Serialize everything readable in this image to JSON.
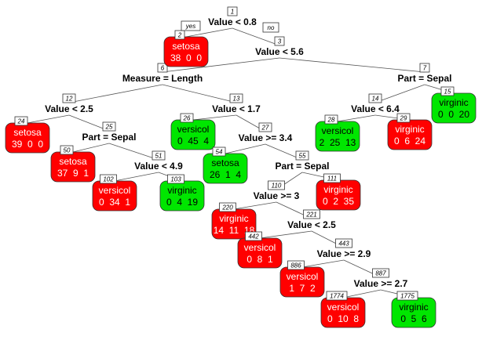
{
  "colors": {
    "red": "#ff0000",
    "green": "#00e600",
    "edge": "#555555",
    "box": "#333333"
  },
  "yes_label": "yes",
  "no_label": "no",
  "splits": [
    {
      "id": "1",
      "label": "Value < 0.8"
    },
    {
      "id": "3",
      "label": "Value < 5.6"
    },
    {
      "id": "6",
      "label": "Measure = Length"
    },
    {
      "id": "7",
      "label": "Part = Sepal"
    },
    {
      "id": "12",
      "label": "Value < 2.5"
    },
    {
      "id": "13",
      "label": "Value < 1.7"
    },
    {
      "id": "14",
      "label": "Value < 6.4"
    },
    {
      "id": "25",
      "label": "Part = Sepal"
    },
    {
      "id": "27",
      "label": "Value >= 3.4"
    },
    {
      "id": "51",
      "label": "Value < 4.9"
    },
    {
      "id": "55",
      "label": "Part = Sepal"
    },
    {
      "id": "110",
      "label": "Value >= 3"
    },
    {
      "id": "221",
      "label": "Value < 2.5"
    },
    {
      "id": "443",
      "label": "Value >= 2.9"
    },
    {
      "id": "887",
      "label": "Value >= 2.7"
    }
  ],
  "leaves": [
    {
      "id": "2",
      "label": "setosa",
      "counts": "38  0  0",
      "color": "red"
    },
    {
      "id": "24",
      "label": "setosa",
      "counts": "39  0  0",
      "color": "red"
    },
    {
      "id": "50",
      "label": "setosa",
      "counts": "37  9  1",
      "color": "red"
    },
    {
      "id": "102",
      "label": "versicol",
      "counts": "0  34  1",
      "color": "red"
    },
    {
      "id": "103",
      "label": "virginic",
      "counts": "0  4  19",
      "color": "green"
    },
    {
      "id": "26",
      "label": "versicol",
      "counts": "0  45  4",
      "color": "green"
    },
    {
      "id": "54",
      "label": "setosa",
      "counts": "26  1  4",
      "color": "green"
    },
    {
      "id": "111",
      "label": "virginic",
      "counts": "0  2  35",
      "color": "red"
    },
    {
      "id": "220",
      "label": "virginic",
      "counts": "14  11  18",
      "color": "red"
    },
    {
      "id": "442",
      "label": "versicol",
      "counts": "0  8  1",
      "color": "red"
    },
    {
      "id": "886",
      "label": "versicol",
      "counts": "1  7  2",
      "color": "red"
    },
    {
      "id": "1774",
      "label": "versicol",
      "counts": "0  10  8",
      "color": "red"
    },
    {
      "id": "1775",
      "label": "virginic",
      "counts": "0  5  6",
      "color": "green"
    },
    {
      "id": "28",
      "label": "versicol",
      "counts": "2  25  13",
      "color": "green"
    },
    {
      "id": "29",
      "label": "virginic",
      "counts": "0  6  24",
      "color": "red"
    },
    {
      "id": "15",
      "label": "virginic",
      "counts": "0  0  20",
      "color": "green"
    }
  ]
}
